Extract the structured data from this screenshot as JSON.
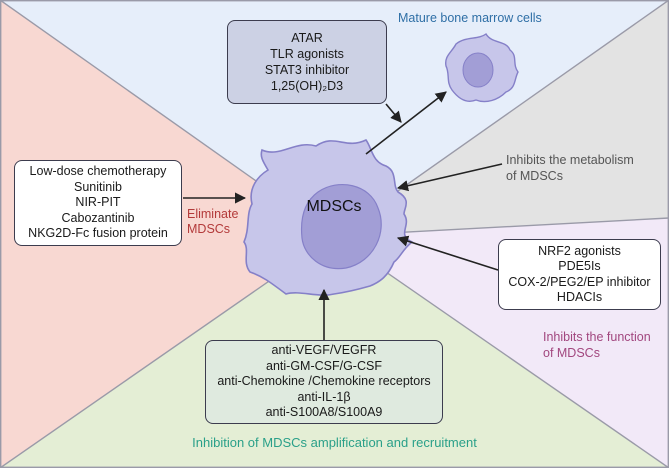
{
  "center_label": "MDSCs",
  "regions": {
    "top": {
      "label": "Mature bone marrow cells",
      "items": [
        "ATAR",
        "TLR agonists",
        "STAT3 inhibitor",
        "1,25(OH)₂D3"
      ],
      "fill": "#e6eefa",
      "box_fill": "#ccd1e4",
      "label_color": "#2f6fa6"
    },
    "left": {
      "label_lines": [
        "Eliminate",
        "MDSCs"
      ],
      "items": [
        "Low-dose chemotherapy",
        "Sunitinib",
        "NIR-PIT",
        "Cabozantinib",
        "NKG2D-Fc fusion protein"
      ],
      "fill": "#f8d8d2",
      "box_fill": "#ffffff",
      "label_color": "#b33a3a"
    },
    "right_top": {
      "label_lines": [
        "Inhibits the metabolism",
        "of MDSCs"
      ],
      "fill": "#e3e3e3",
      "label_color": "#555555"
    },
    "right_bottom": {
      "label_lines": [
        "Inhibits the function",
        "of MDSCs"
      ],
      "items": [
        "NRF2 agonists",
        "PDE5Is",
        "COX-2/PEG2/EP inhibitor",
        "HDACIs"
      ],
      "fill": "#f2e9f8",
      "box_fill": "#ffffff",
      "label_color": "#a2477f"
    },
    "bottom": {
      "label": "Inhibition of MDSCs amplification and recruitment",
      "items": [
        "anti-VEGF/VEGFR",
        "anti-GM-CSF/G-CSF",
        "anti-Chemokine /Chemokine receptors",
        "anti-IL-1β",
        "anti-S100A8/S100A9"
      ],
      "fill": "#e4eed5",
      "box_fill": "#dfeadf",
      "label_color": "#2aa089"
    }
  },
  "colors": {
    "cell_fill": "#c7c6ea",
    "cell_stroke": "#8580c8",
    "nucleus_fill": "#a29ed6",
    "arrow": "#222222"
  }
}
